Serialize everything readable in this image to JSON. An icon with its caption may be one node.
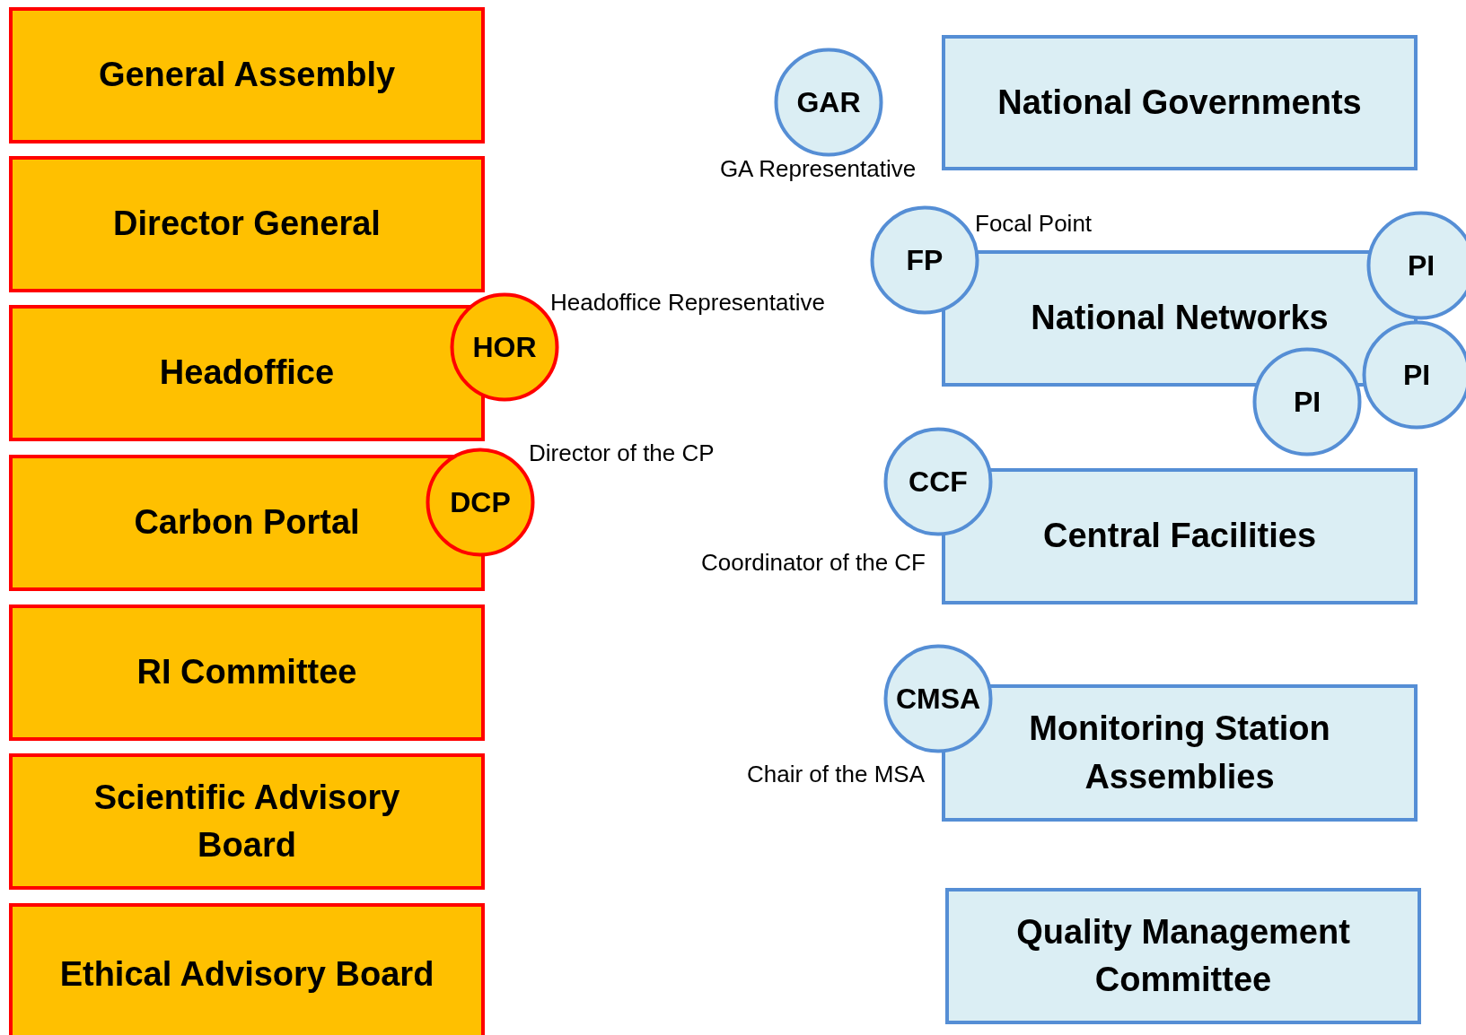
{
  "diagram": {
    "nodes": [
      {
        "text": [
          "General Assembly"
        ]
      },
      {
        "text": [
          "Director General"
        ]
      },
      {
        "text": [
          "Headoffice"
        ]
      },
      {
        "text": [
          "HOR"
        ],
        "beside": [
          "Headoffice Representative"
        ]
      },
      {
        "text": [
          "Carbon Portal"
        ]
      },
      {
        "text": [
          "DCP"
        ],
        "beside": [
          "Director of the CP"
        ]
      },
      {
        "text": [
          "RI Committee"
        ]
      },
      {
        "text": [
          "Scientific Advisory Board"
        ]
      },
      {
        "text": [
          "Ethical Advisory Board"
        ]
      },
      {
        "text": [
          "GAR"
        ],
        "beside": [
          "GA Representative"
        ]
      },
      {
        "text": [
          "National Governments"
        ]
      },
      {
        "text": [
          "FP"
        ],
        "beside": [
          "Focal Point"
        ]
      },
      {
        "text": [
          "National Networks"
        ]
      },
      {
        "text": [
          "PI"
        ]
      },
      {
        "text": [
          "PI"
        ]
      },
      {
        "text": [
          "PI"
        ]
      },
      {
        "text": [
          "CCF"
        ],
        "beside": [
          "Coordinator of the CF"
        ]
      },
      {
        "text": [
          "Central Facilities"
        ]
      },
      {
        "text": [
          "CMSA"
        ],
        "beside": [
          "Chair of the MSA"
        ]
      },
      {
        "text": [
          "Monitoring Station Assemblies"
        ]
      },
      {
        "text": [
          "Quality Management Committee"
        ]
      }
    ]
  }
}
